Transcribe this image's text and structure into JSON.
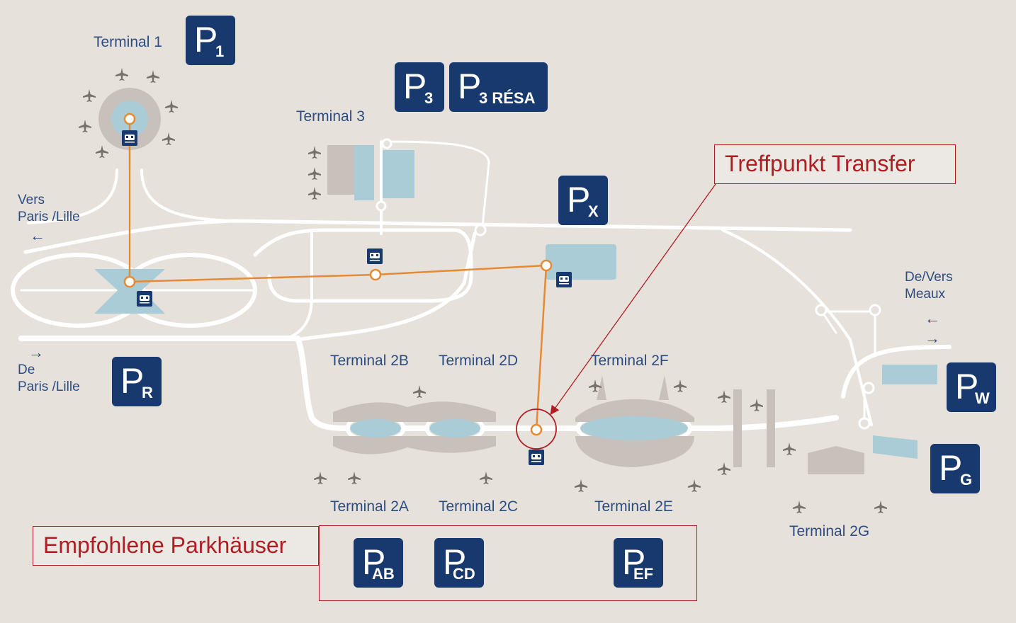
{
  "terminals": {
    "t1": "Terminal 1",
    "t3": "Terminal 3",
    "t2a": "Terminal 2A",
    "t2b": "Terminal 2B",
    "t2c": "Terminal 2C",
    "t2d": "Terminal 2D",
    "t2e": "Terminal 2E",
    "t2f": "Terminal 2F",
    "t2g": "Terminal 2G"
  },
  "directions": {
    "to_paris_line1": "Vers",
    "to_paris_line2": "Paris /Lille",
    "from_paris_line1": "De",
    "from_paris_line2": "Paris /Lille",
    "meaux_line1": "De/Vers",
    "meaux_line2": "Meaux"
  },
  "parking": [
    {
      "id": "p1",
      "letter": "P",
      "sub": "1"
    },
    {
      "id": "p3",
      "letter": "P",
      "sub": "3"
    },
    {
      "id": "p3resa",
      "letter": "P",
      "sub": "3 RÉSA"
    },
    {
      "id": "px",
      "letter": "P",
      "sub": "X"
    },
    {
      "id": "pr",
      "letter": "P",
      "sub": "R"
    },
    {
      "id": "pw",
      "letter": "P",
      "sub": "W"
    },
    {
      "id": "pg",
      "letter": "P",
      "sub": "G"
    },
    {
      "id": "pab",
      "letter": "P",
      "sub": "AB"
    },
    {
      "id": "pcd",
      "letter": "P",
      "sub": "CD"
    },
    {
      "id": "pef",
      "letter": "P",
      "sub": "EF"
    }
  ],
  "callouts": {
    "meeting_point": "Treffpunkt Transfer",
    "recommended_parking": "Empfohlene Parkhäuser"
  },
  "colors": {
    "background": "#e7e1dc",
    "road": "#ffffff",
    "terminal_blue": "#a9ccd7",
    "terminal_grey": "#c8c1bb",
    "cdgval_line": "#e58a33",
    "badge": "#18396d",
    "callout_red": "#b01e23"
  },
  "icons": [
    "plane-icon",
    "train-icon",
    "arrow-left-icon",
    "arrow-right-icon"
  ]
}
